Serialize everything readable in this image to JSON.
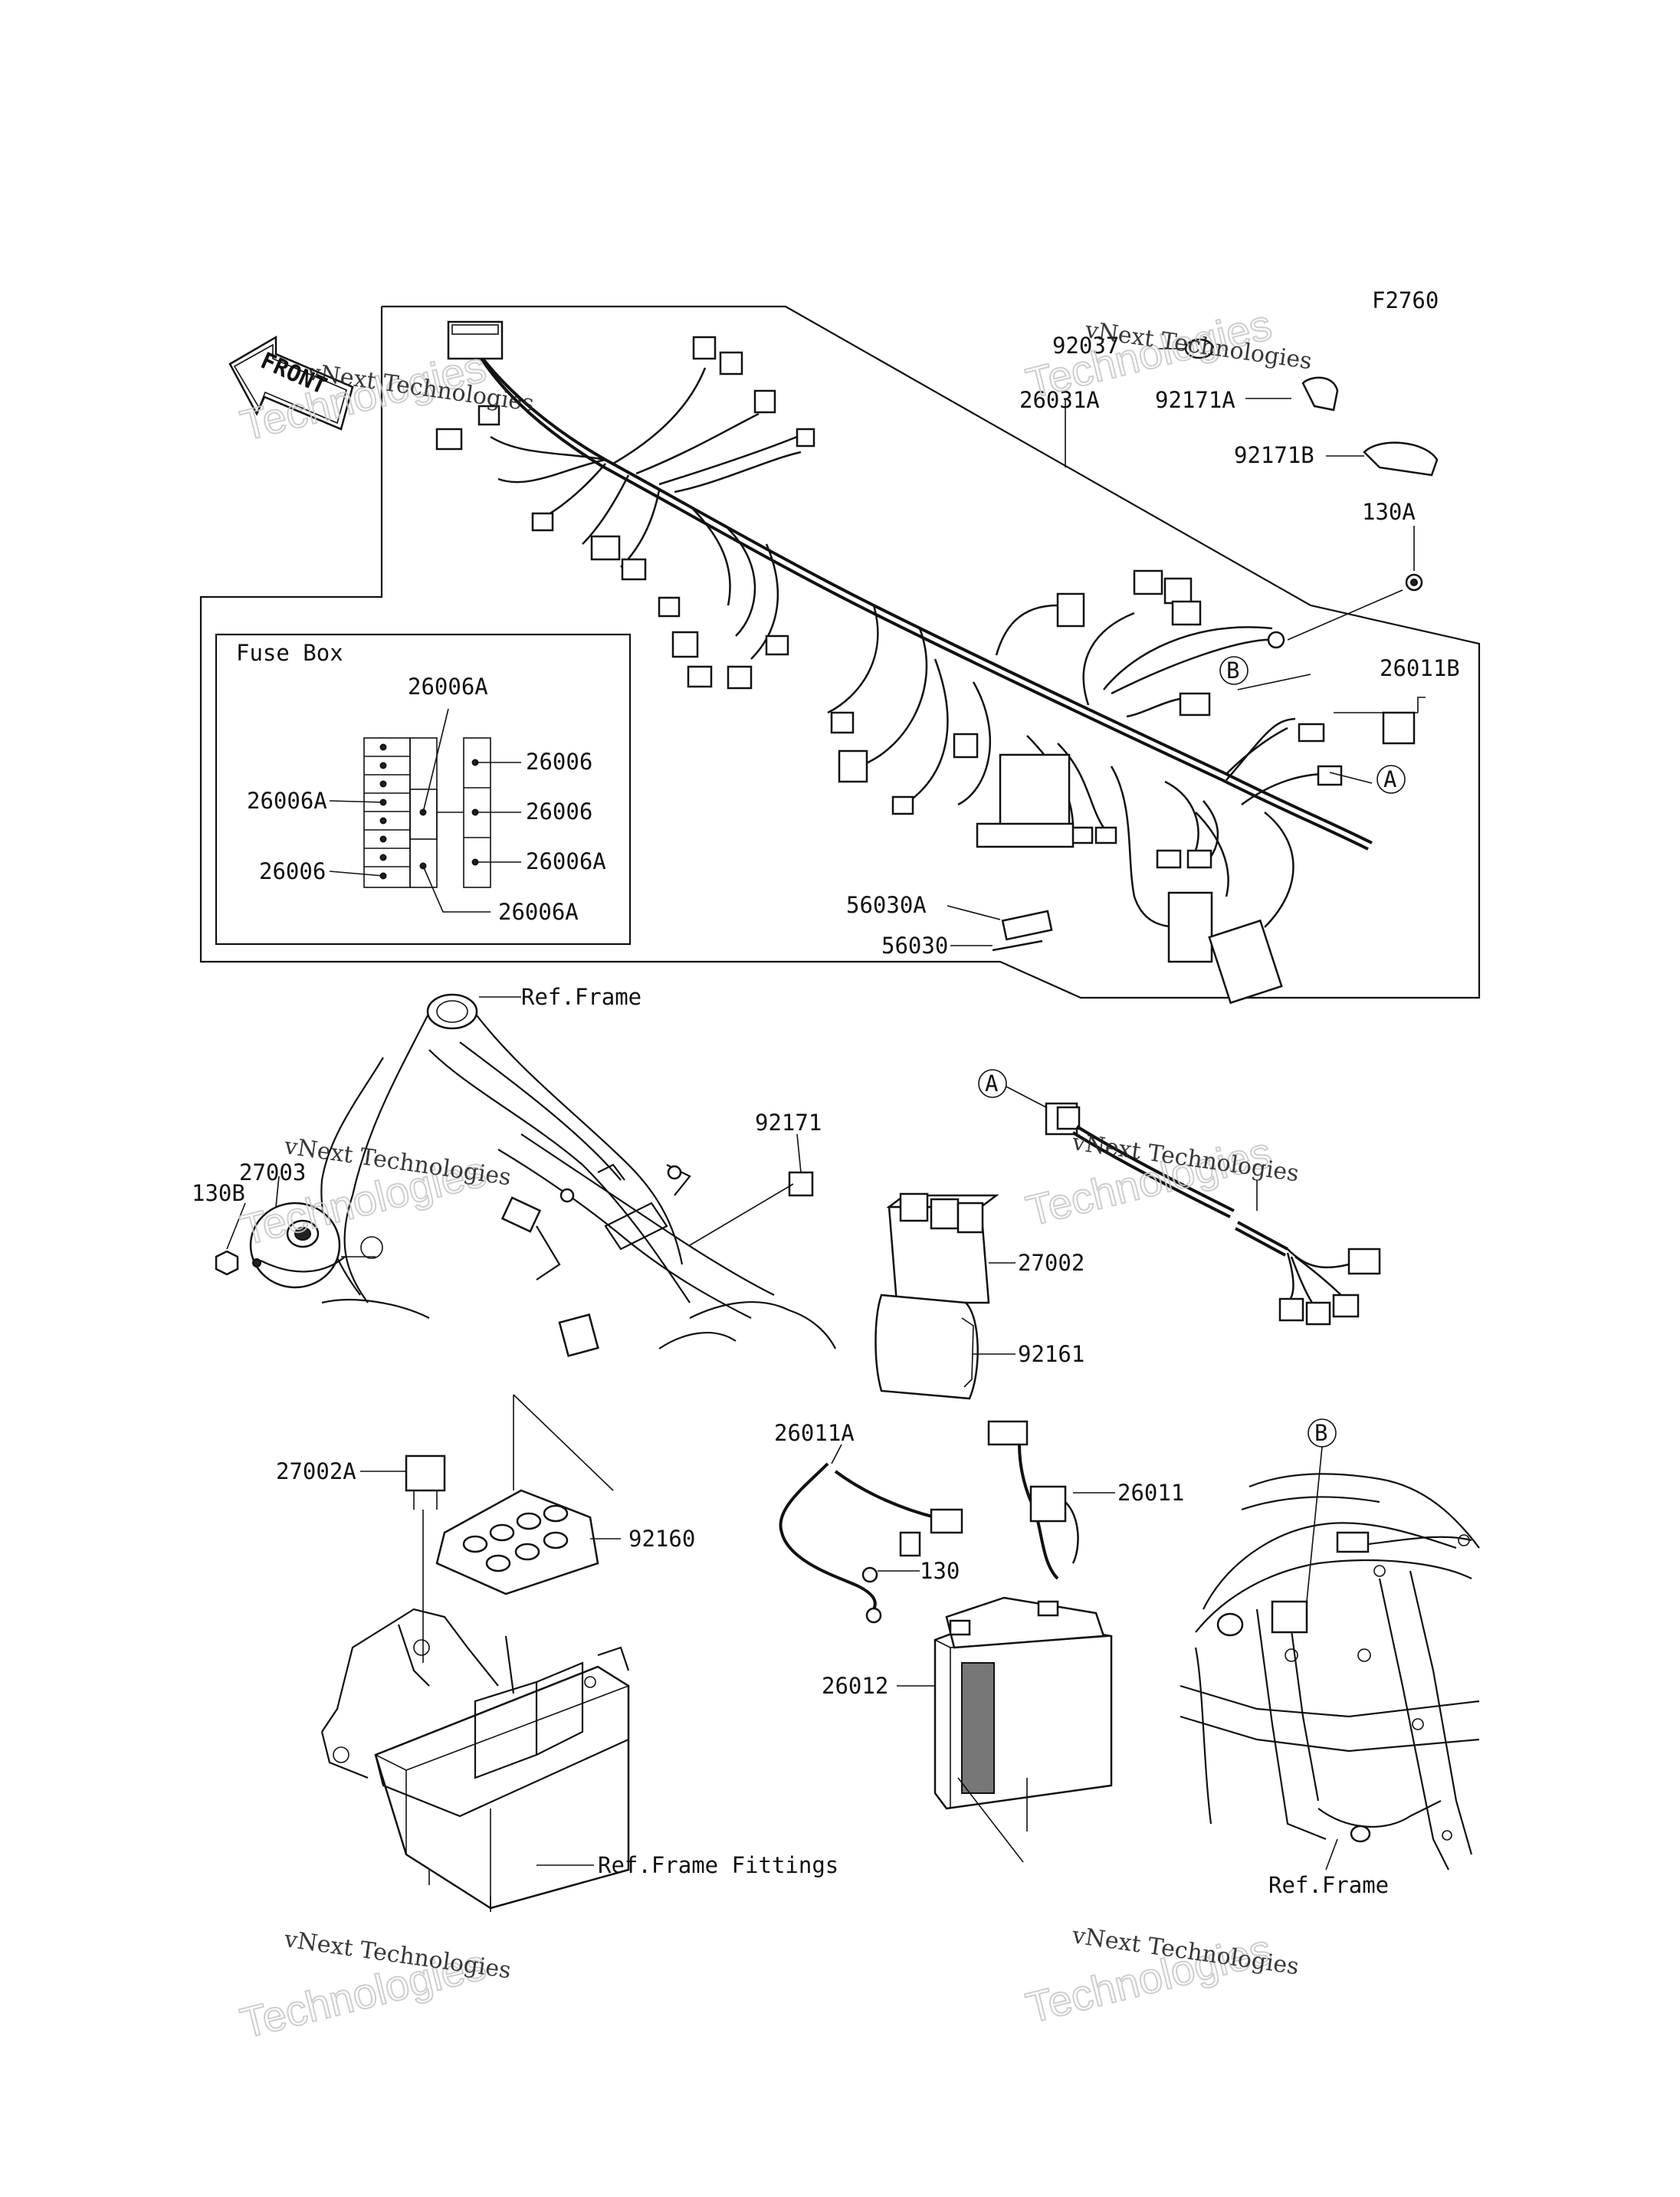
{
  "figure_code": "F2760",
  "front_arrow_label": "FRONT",
  "fuse_box_title": "Fuse Box",
  "watermark_line1": "vNext Technologies",
  "watermark_line2": "Technologies",
  "callouts": {
    "A": "A",
    "B": "B"
  },
  "labels": {
    "p92037": "92037",
    "p26031A": "26031A",
    "p92171A": "92171A",
    "p92171B": "92171B",
    "p130A": "130A",
    "p26011B": "26011B",
    "p26006A_top": "26006A",
    "p26006_r1": "26006",
    "p26006A_left": "26006A",
    "p26006_r2": "26006",
    "p26006_left": "26006",
    "p26006A_r3": "26006A",
    "p26006A_bottom": "26006A",
    "p56030A": "56030A",
    "p56030": "56030",
    "ref_frame_top": "Ref.Frame",
    "p27003": "27003",
    "p130B": "130B",
    "p92171": "92171",
    "p27002": "27002",
    "p92161": "92161",
    "p27002A": "27002A",
    "p92160": "92160",
    "p26011A": "26011A",
    "p26011": "26011",
    "p130": "130",
    "p26012": "26012",
    "ref_frame_fittings": "Ref.Frame Fittings",
    "ref_frame_bottom": "Ref.Frame"
  }
}
